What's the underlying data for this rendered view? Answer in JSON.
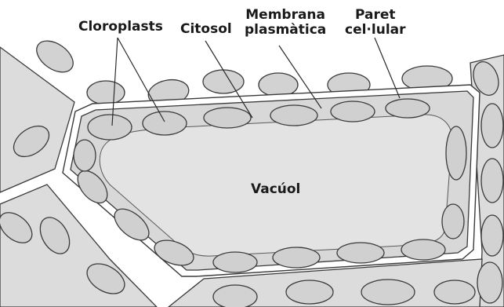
{
  "labels": {
    "chloroplasts": "Cloroplasts",
    "cytosol": "Citosol",
    "membrane_line1": "Membrana",
    "membrane_line2": "plasmàtica",
    "wall_line1": "Paret",
    "wall_line2": "cel·lular",
    "vacuole": "Vacúol"
  },
  "colors": {
    "cell_fill": "#d8d8d8",
    "vacuole_fill": "#e3e3e3",
    "wall": "#ffffff",
    "outline": "#3a3a3a",
    "chloroplast_fill": "#d2d2d2"
  }
}
